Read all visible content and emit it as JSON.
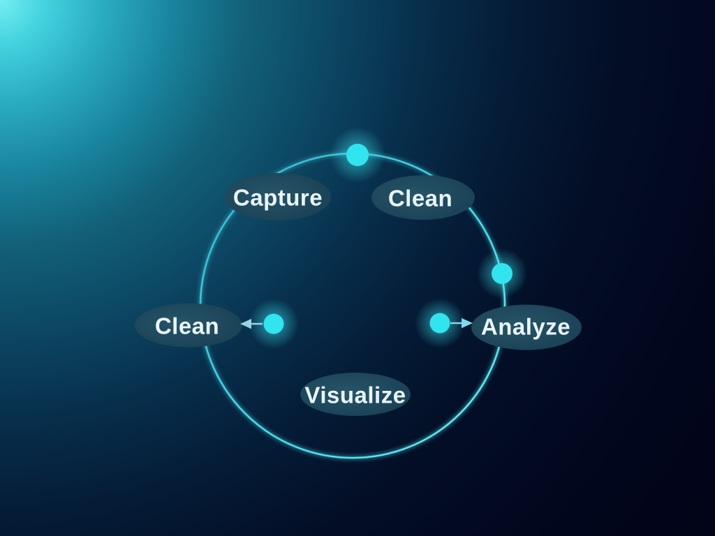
{
  "cycle": {
    "steps": [
      {
        "id": "capture",
        "label": "Capture"
      },
      {
        "id": "clean-top",
        "label": "Clean"
      },
      {
        "id": "analyze",
        "label": "Analyze"
      },
      {
        "id": "clean-left",
        "label": "Clean"
      },
      {
        "id": "visualize",
        "label": "Visualize"
      }
    ],
    "colors": {
      "background_dark": "#020418",
      "background_glow": "#76eff2",
      "ring": "#45d7e7",
      "node_fill": "#1e4a5e",
      "dot": "#31e4ef",
      "label_text": "#e9f5f9",
      "arrow": "#8fd2e2"
    }
  }
}
